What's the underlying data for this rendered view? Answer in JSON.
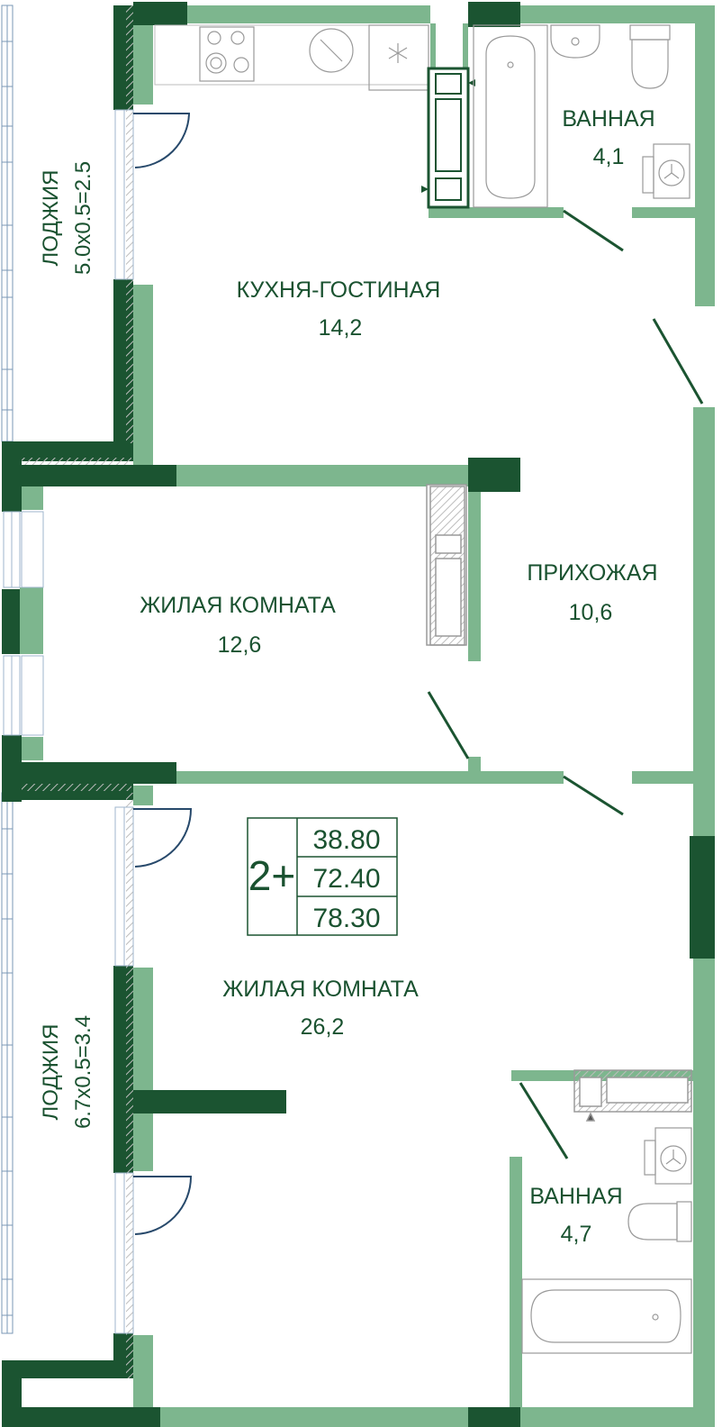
{
  "colors": {
    "wall_light": "#7db68e",
    "wall_dark": "#1b5431",
    "text": "#1a5230",
    "door": "#27496b",
    "fixture": "#9a9a9a",
    "hatch": "#c9c9c9",
    "loggia_frame": "#7a97b5"
  },
  "rooms": {
    "kitchen": {
      "name": "КУХНЯ-ГОСТИНАЯ",
      "area": "14,2"
    },
    "bath_top": {
      "name": "ВАННАЯ",
      "area": "4,1"
    },
    "hall": {
      "name": "ПРИХОЖАЯ",
      "area": "10,6"
    },
    "bedroom": {
      "name": "ЖИЛАЯ КОМНАТА",
      "area": "12,6"
    },
    "living": {
      "name": "ЖИЛАЯ КОМНАТА",
      "area": "26,2"
    },
    "bath_bottom": {
      "name": "ВАННАЯ",
      "area": "4,7"
    }
  },
  "loggias": {
    "top": {
      "name": "ЛОДЖИЯ",
      "size": "5.0x0.5=2.5"
    },
    "bottom": {
      "name": "ЛОДЖИЯ",
      "size": "6.7x0.5=3.4"
    }
  },
  "area_box": {
    "rooms": "2+",
    "living_area": "38.80",
    "total_area": "72.40",
    "total_with_loggia": "78.30"
  },
  "icons": {
    "stove": "stove-icon",
    "sink": "sink-icon",
    "fridge": "snowflake-icon",
    "washer": "washing-machine-icon",
    "toilet": "toilet-icon",
    "bathtub": "bathtub-icon",
    "radiator": "radiator-icon"
  }
}
